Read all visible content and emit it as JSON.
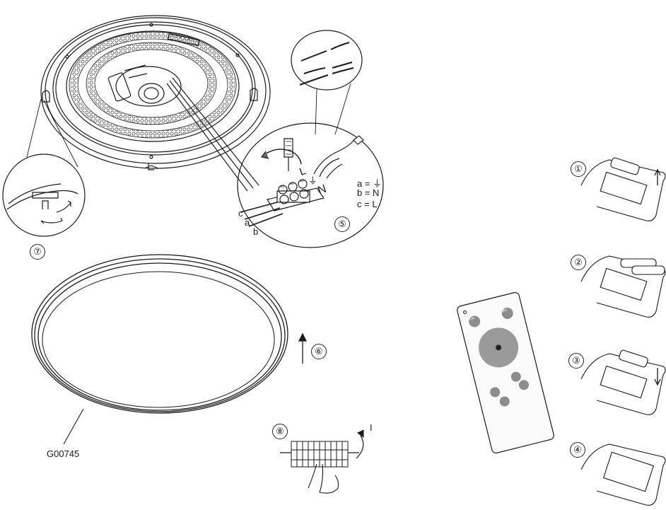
{
  "model_code": "G00745",
  "wiring": {
    "legend": [
      "a = ⏚",
      "b = N",
      "c = L"
    ],
    "wire_letters": [
      "c",
      "a",
      "b"
    ],
    "terminal_letters": [
      "L",
      "⏚",
      "N"
    ]
  },
  "steps": [
    "①",
    "②",
    "③",
    "④",
    "⑤",
    "⑥",
    "⑦",
    "⑧"
  ],
  "rotate_mark": "I",
  "remote": {
    "buttons": [
      "ON",
      "OFF"
    ]
  },
  "colors": {
    "line": "#1a1a1a",
    "remote_button": "#8c8c8c",
    "remote_body": "#fafafa"
  }
}
